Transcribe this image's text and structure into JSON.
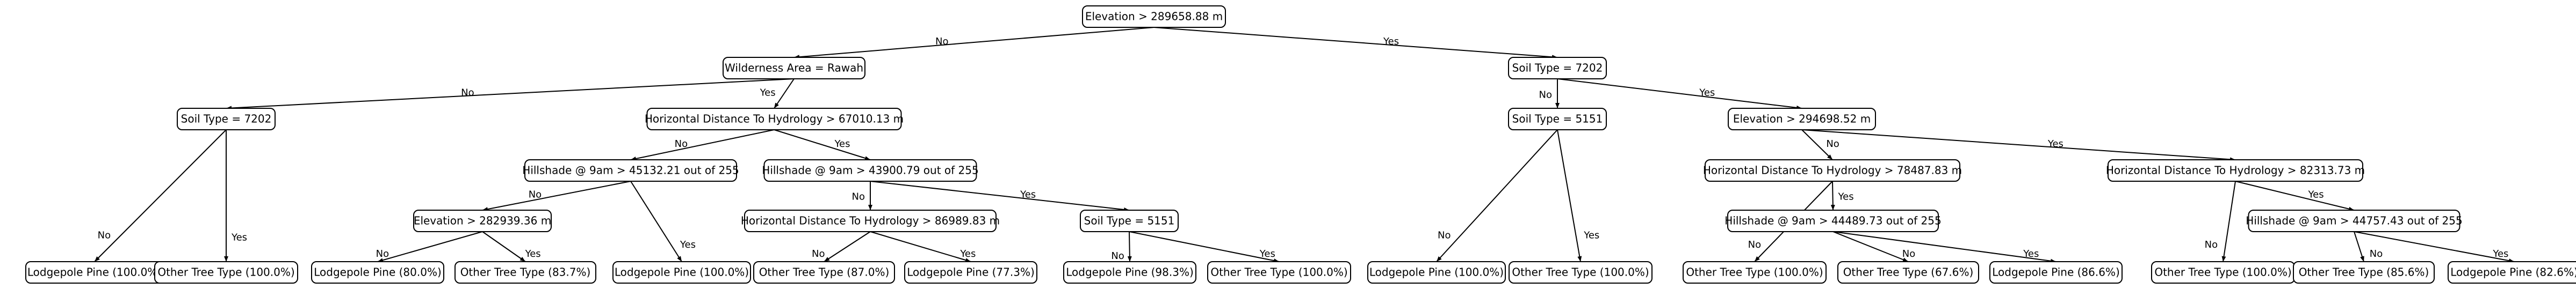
{
  "tree": {
    "nodes": [
      {
        "id": "n0",
        "text": "Elevation > 289658.88 m"
      },
      {
        "id": "n1",
        "text": "Wilderness Area = Rawah"
      },
      {
        "id": "n2",
        "text": "Soil Type = 7202"
      },
      {
        "id": "n3",
        "text": "Soil Type = 7202"
      },
      {
        "id": "n4",
        "text": "Horizontal Distance To Hydrology > 67010.13 m"
      },
      {
        "id": "n5",
        "text": "Soil Type = 5151"
      },
      {
        "id": "n6",
        "text": "Elevation > 294698.52 m"
      },
      {
        "id": "n7",
        "text": "Hillshade @ 9am > 45132.21 out of 255"
      },
      {
        "id": "n8",
        "text": "Hillshade @ 9am > 43900.79 out of 255"
      },
      {
        "id": "n9",
        "text": "Horizontal Distance To Hydrology > 78487.83 m"
      },
      {
        "id": "n10",
        "text": "Horizontal Distance To Hydrology > 82313.73 m"
      },
      {
        "id": "n11",
        "text": "Elevation > 282939.36 m"
      },
      {
        "id": "n12",
        "text": "Horizontal Distance To Hydrology > 86989.83 m"
      },
      {
        "id": "n13",
        "text": "Soil Type = 5151"
      },
      {
        "id": "n14",
        "text": "Hillshade @ 9am > 44489.73 out of 255"
      },
      {
        "id": "n15",
        "text": "Hillshade @ 9am > 44757.43 out of 255"
      },
      {
        "id": "l1",
        "text": "Lodgepole Pine (100.0%)"
      },
      {
        "id": "l2",
        "text": "Other Tree Type (100.0%)"
      },
      {
        "id": "l3",
        "text": "Lodgepole Pine (80.0%)"
      },
      {
        "id": "l4",
        "text": "Other Tree Type (83.7%)"
      },
      {
        "id": "l5",
        "text": "Lodgepole Pine (100.0%)"
      },
      {
        "id": "l6",
        "text": "Other Tree Type (87.0%)"
      },
      {
        "id": "l7",
        "text": "Lodgepole Pine (77.3%)"
      },
      {
        "id": "l8",
        "text": "Lodgepole Pine (98.3%)"
      },
      {
        "id": "l9",
        "text": "Other Tree Type (100.0%)"
      },
      {
        "id": "l10",
        "text": "Lodgepole Pine (100.0%)"
      },
      {
        "id": "l11",
        "text": "Other Tree Type (100.0%)"
      },
      {
        "id": "l12",
        "text": "Other Tree Type (100.0%)"
      },
      {
        "id": "l13",
        "text": "Other Tree Type (67.6%)"
      },
      {
        "id": "l14",
        "text": "Lodgepole Pine (86.6%)"
      },
      {
        "id": "l15",
        "text": "Other Tree Type (100.0%)"
      },
      {
        "id": "l16",
        "text": "Other Tree Type (85.6%)"
      },
      {
        "id": "l17",
        "text": "Lodgepole Pine (82.6%)"
      }
    ],
    "edges": [
      {
        "from": "n0",
        "to": "n1",
        "label": "No"
      },
      {
        "from": "n0",
        "to": "n3",
        "label": "Yes"
      },
      {
        "from": "n1",
        "to": "n2",
        "label": "No"
      },
      {
        "from": "n1",
        "to": "n4",
        "label": "Yes"
      },
      {
        "from": "n2",
        "to": "l1",
        "label": "No"
      },
      {
        "from": "n2",
        "to": "l2",
        "label": "Yes"
      },
      {
        "from": "n4",
        "to": "n7",
        "label": "No"
      },
      {
        "from": "n4",
        "to": "n8",
        "label": "Yes"
      },
      {
        "from": "n7",
        "to": "n11",
        "label": "No"
      },
      {
        "from": "n7",
        "to": "l5",
        "label": "Yes"
      },
      {
        "from": "n11",
        "to": "l3",
        "label": "No"
      },
      {
        "from": "n11",
        "to": "l4",
        "label": "Yes"
      },
      {
        "from": "n8",
        "to": "n12",
        "label": "No"
      },
      {
        "from": "n8",
        "to": "n13",
        "label": "Yes"
      },
      {
        "from": "n12",
        "to": "l6",
        "label": "No"
      },
      {
        "from": "n12",
        "to": "l7",
        "label": "Yes"
      },
      {
        "from": "n13",
        "to": "l8",
        "label": "No"
      },
      {
        "from": "n13",
        "to": "l9",
        "label": "Yes"
      },
      {
        "from": "n3",
        "to": "n5",
        "label": "No"
      },
      {
        "from": "n3",
        "to": "n6",
        "label": "Yes"
      },
      {
        "from": "n5",
        "to": "l10",
        "label": "No"
      },
      {
        "from": "n5",
        "to": "l11",
        "label": "Yes"
      },
      {
        "from": "n6",
        "to": "n9",
        "label": "No"
      },
      {
        "from": "n6",
        "to": "n10",
        "label": "Yes"
      },
      {
        "from": "n9",
        "to": "l12",
        "label": "No"
      },
      {
        "from": "n9",
        "to": "n14",
        "label": "Yes"
      },
      {
        "from": "n14",
        "to": "l13",
        "label": "No"
      },
      {
        "from": "n14",
        "to": "l14",
        "label": "Yes"
      },
      {
        "from": "n10",
        "to": "l15",
        "label": "No"
      },
      {
        "from": "n10",
        "to": "n15",
        "label": "Yes"
      },
      {
        "from": "n15",
        "to": "l16",
        "label": "No"
      },
      {
        "from": "n15",
        "to": "l17",
        "label": "Yes"
      }
    ]
  }
}
